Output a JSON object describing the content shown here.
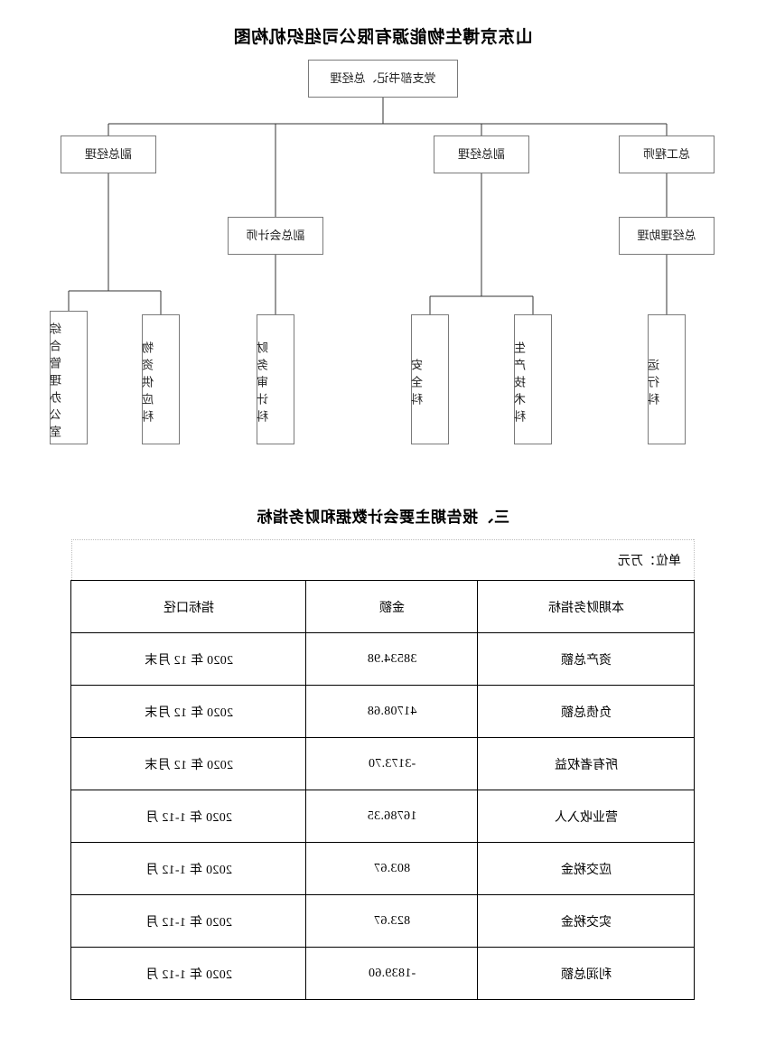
{
  "org_chart": {
    "title": "山东京博生物能源有限公司组织机构图",
    "root": {
      "label": "党支部书记、总经理"
    },
    "level2": [
      {
        "label": "总工程师"
      },
      {
        "label": "副总经理"
      },
      {
        "label": "副总经理"
      }
    ],
    "level3": [
      {
        "label": "总经理助理"
      },
      {
        "label": "副总会计师"
      }
    ],
    "departments": [
      {
        "label": "运行科"
      },
      {
        "label": "生产技术科"
      },
      {
        "label": "安全科"
      },
      {
        "label": "财务审计科"
      },
      {
        "label": "物资供应科"
      },
      {
        "label": "综合管理办公室"
      }
    ]
  },
  "financial": {
    "heading": "三、报告期主要会计数据和财务指标",
    "unit": "单位：万元",
    "columns": [
      "本期财务指标",
      "金额",
      "指标口径"
    ],
    "rows": [
      {
        "metric": "资产总额",
        "amount": "38534.98",
        "caliber": "2020 年 12 月末"
      },
      {
        "metric": "负债总额",
        "amount": "41708.68",
        "caliber": "2020 年 12 月末"
      },
      {
        "metric": "所有者权益",
        "amount": "-3173.70",
        "caliber": "2020 年 12 月末"
      },
      {
        "metric": "营业收入人",
        "amount": "16786.35",
        "caliber": "2020 年 1-12 月"
      },
      {
        "metric": "应交税金",
        "amount": "803.67",
        "caliber": "2020 年 1-12 月"
      },
      {
        "metric": "实交税金",
        "amount": "823.67",
        "caliber": "2020 年 1-12 月"
      },
      {
        "metric": "利润总额",
        "amount": "-1839.60",
        "caliber": "2020 年 1-12 月"
      }
    ]
  },
  "colors": {
    "box_border": "#7a7a7a",
    "line": "#333333",
    "table_border": "#000000"
  }
}
